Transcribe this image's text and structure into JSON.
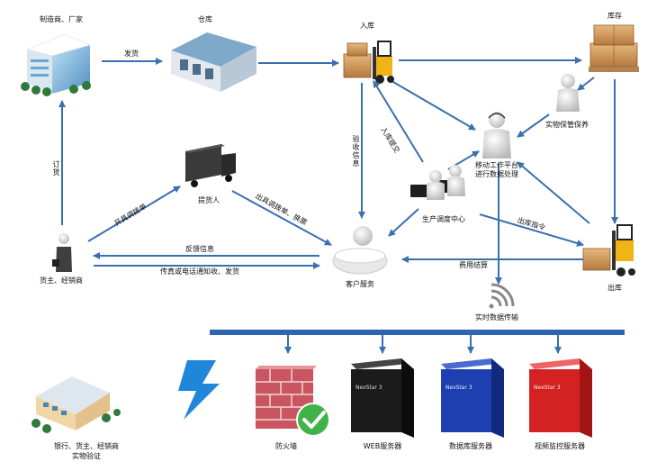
{
  "nodes": {
    "manufacturer": "制造商、厂家",
    "warehouse": "仓库",
    "inbound": "入库",
    "inventory": "库存",
    "storage_keeper": "实物保管保养",
    "mobile_platform_line1": "移动工作平台",
    "mobile_platform_line2": "进行数据处理",
    "pickup_person": "提货人",
    "production_center": "生产调度中心",
    "shipper_dealer": "货主、经销商",
    "customer_service": "客户服务",
    "outbound": "出库",
    "realtime_transfer": "实时数据传输",
    "bank_line1": "银行、货主、经销商",
    "bank_line2": "实物验证",
    "firewall": "防火墙",
    "web_server": "WEB服务器",
    "db_server": "数据库服务器",
    "video_server": "视频监控服务器"
  },
  "edges": {
    "ship": "发货",
    "order": "订货",
    "receipt_info": "验收信息",
    "inbound_submit": "入库提交",
    "issue_dispatch": "开具调拨单",
    "issue_dispatch_exchange": "出具调拨单、换票",
    "feedback": "反馈信息",
    "fax_notice": "传真或电话通知收、发货",
    "outbound_cmd": "出库指令",
    "fee_settlement": "费用结算"
  },
  "server_brand": "NexStar 3",
  "colors": {
    "arrow": "#3a6fb0",
    "bus": "#2f64b3",
    "firewall_brick": "#c8555f",
    "check": "#3fb34a",
    "web_server": "#1b1b1b",
    "db_server": "#1d3fb0",
    "video_server": "#d42222",
    "lightning": "#1f86d9"
  }
}
